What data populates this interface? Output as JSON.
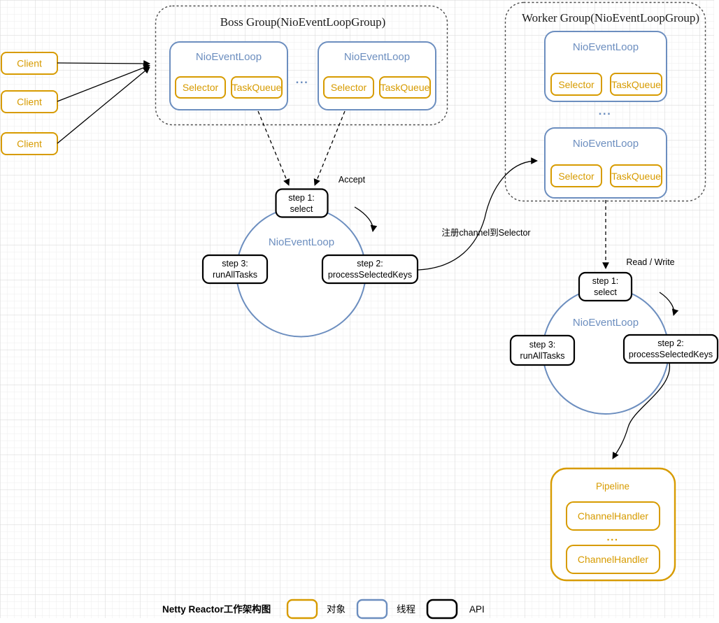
{
  "clients": [
    {
      "label": "Client"
    },
    {
      "label": "Client"
    },
    {
      "label": "Client"
    }
  ],
  "boss_group": {
    "title": "Boss Group(NioEventLoopGroup)",
    "ellipsis": "...",
    "event_loops": [
      {
        "title": "NioEventLoop",
        "selector_label": "Selector",
        "task_queue_label": "TaskQueue"
      },
      {
        "title": "NioEventLoop",
        "selector_label": "Selector",
        "task_queue_label": "TaskQueue"
      }
    ]
  },
  "worker_group": {
    "title": "Worker Group(NioEventLoopGroup)",
    "ellipsis": "...",
    "event_loops": [
      {
        "title": "NioEventLoop",
        "selector_label": "Selector",
        "task_queue_label": "TaskQueue"
      },
      {
        "title": "NioEventLoop",
        "selector_label": "Selector",
        "task_queue_label": "TaskQueue"
      }
    ]
  },
  "boss_loop_cycle": {
    "title": "NioEventLoop",
    "step1": {
      "line1": "step 1:",
      "line2": "select"
    },
    "step2": {
      "line1": "step 2:",
      "line2": "processSelectedKeys"
    },
    "step3": {
      "line1": "step 3:",
      "line2": "runAllTasks"
    }
  },
  "worker_loop_cycle": {
    "title": "NioEventLoop",
    "step1": {
      "line1": "step 1:",
      "line2": "select"
    },
    "step2": {
      "line1": "step 2:",
      "line2": "processSelectedKeys"
    },
    "step3": {
      "line1": "step 3:",
      "line2": "runAllTasks"
    }
  },
  "flow_labels": {
    "accept": "Accept",
    "register_channel": "注册channel到Selector",
    "read_write": "Read / Write"
  },
  "pipeline": {
    "title": "Pipeline",
    "ellipsis": "...",
    "handlers": [
      {
        "label": "ChannelHandler"
      },
      {
        "label": "ChannelHandler"
      }
    ]
  },
  "legend": {
    "title": "Netty Reactor工作架构图",
    "items": [
      {
        "label": "对象",
        "color": "#D79B00"
      },
      {
        "label": "线程",
        "color": "#6C8EBF"
      },
      {
        "label": "API",
        "color": "#000000"
      }
    ]
  },
  "colors": {
    "object_accent": "#D79B00",
    "thread_accent": "#6C8EBF",
    "api_accent": "#000000",
    "group_border": "#4D4D4D",
    "grid_minor": "#EDEDED",
    "grid_major": "#D6D6D6"
  }
}
